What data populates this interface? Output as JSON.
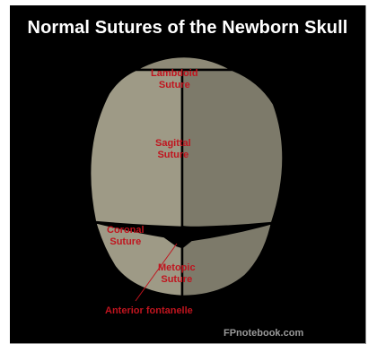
{
  "title": "Normal Sutures of the Newborn Skull",
  "labels": {
    "lambdoid": [
      "Lambdoid",
      "Suture"
    ],
    "sagittal": [
      "Sagittal",
      "Suture"
    ],
    "coronal": [
      "Coronal",
      "Suture"
    ],
    "metopic": [
      "Metopic",
      "Suture"
    ],
    "anterior_fontanelle": "Anterior fontanelle"
  },
  "credit": "FPnotebook.com",
  "colors": {
    "background": "#000000",
    "bone_left": "#9e9a86",
    "bone_right": "#7d7a6a",
    "label": "#c0141e",
    "title": "#ffffff"
  }
}
